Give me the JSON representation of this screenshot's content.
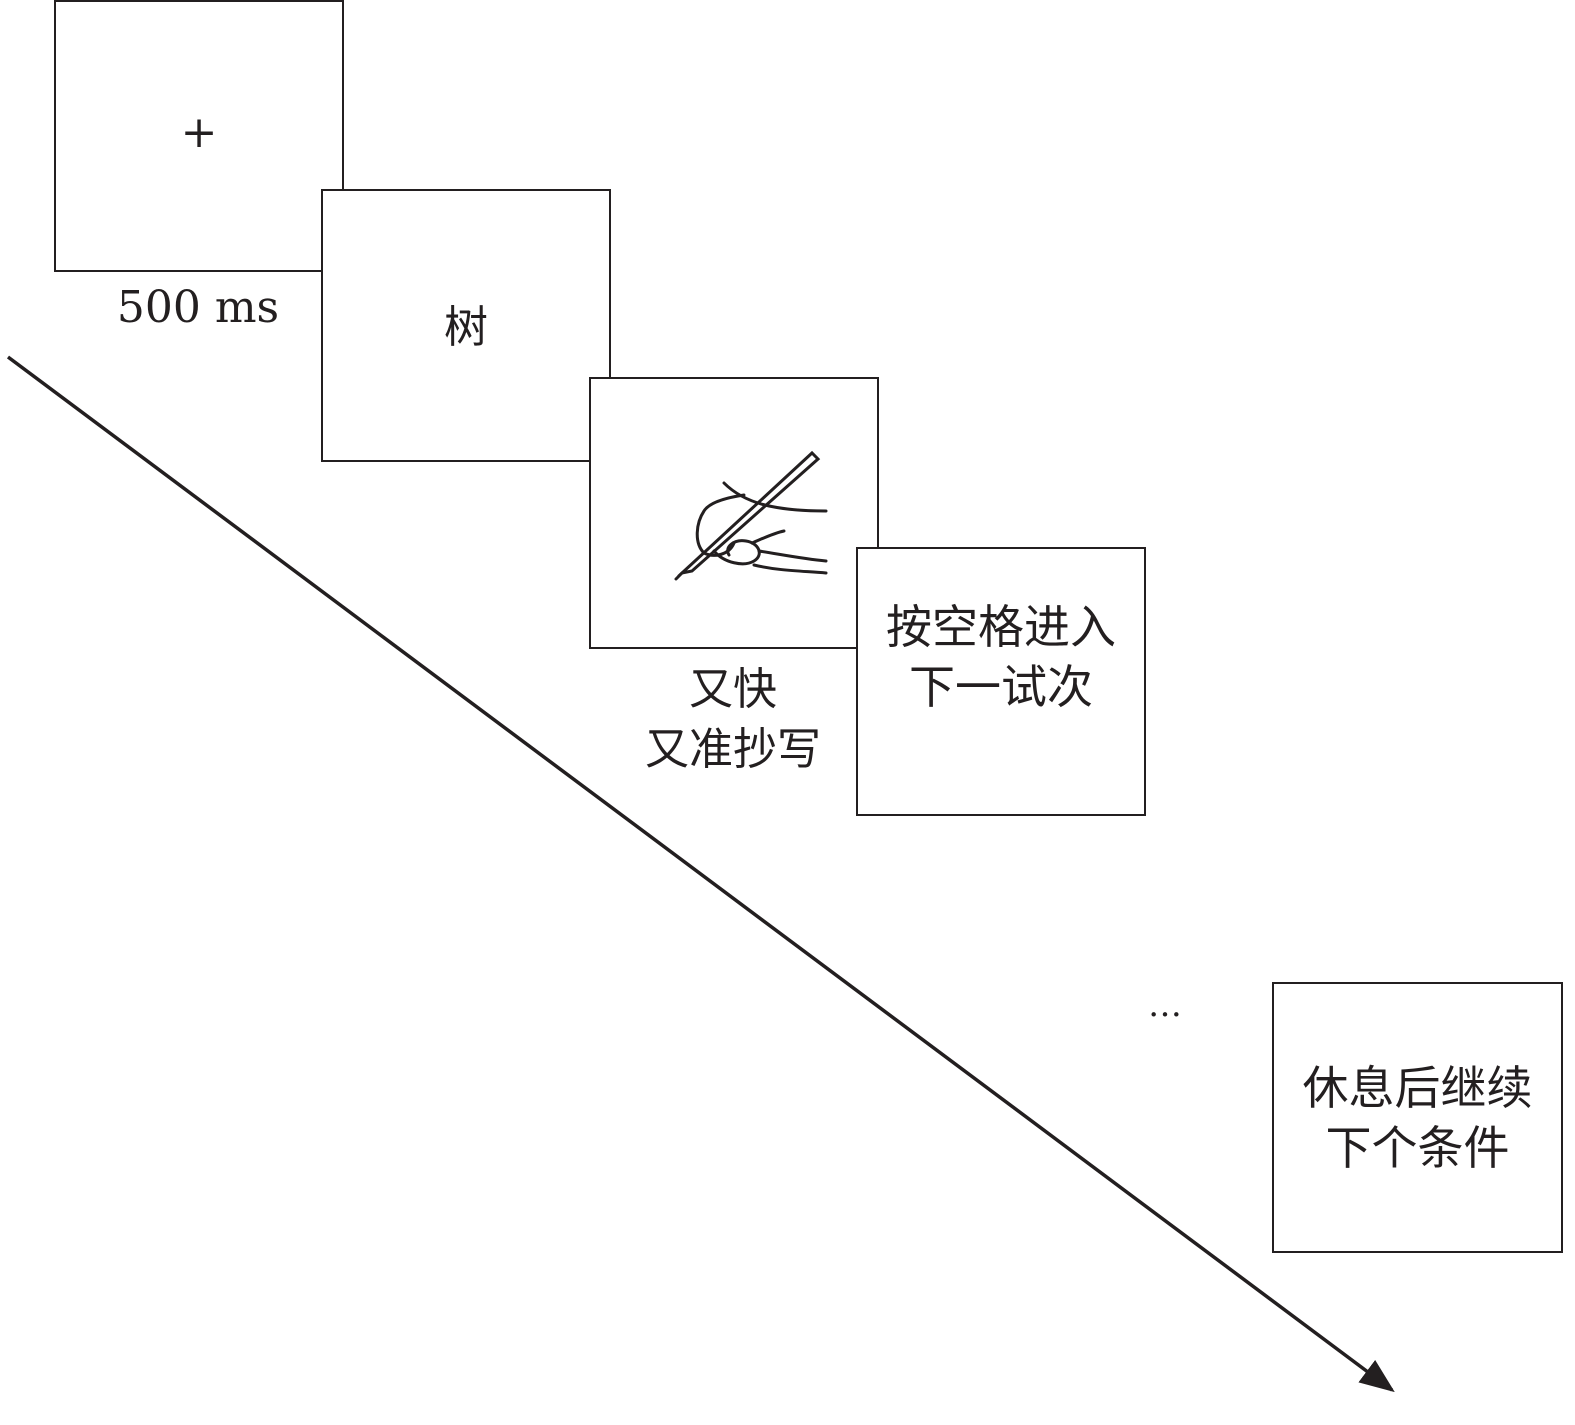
{
  "title": "Experimental trial procedure",
  "screens": {
    "fixation": {
      "symbol": "+",
      "duration": "500 ms"
    },
    "stimulus": {
      "character": "树"
    },
    "copy": {
      "icon": "hand-writing-icon",
      "instruction_line1": "又快",
      "instruction_line2": "又准抄写"
    },
    "next": {
      "line1": "按空格进入",
      "line2": "下一试次"
    },
    "ellipsis": "…",
    "rest": {
      "line1": "休息后继续",
      "line2": "下个条件"
    }
  }
}
